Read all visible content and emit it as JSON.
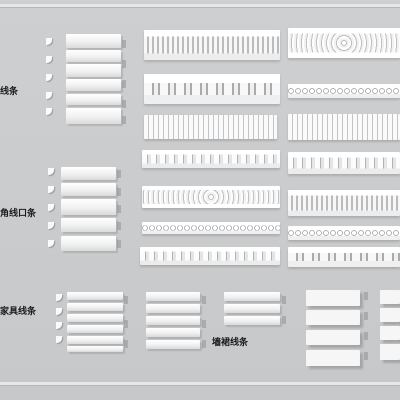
{
  "labels": {
    "top_left": "线条",
    "mid_left": "角线口条",
    "bottom_left": "家具线条",
    "bottom_center": "墙裙线条"
  },
  "colors": {
    "background": "#c9cbcd",
    "moulding": "#f6f6f6",
    "shadow": "#9c9ea0",
    "label": "#1c1c1c"
  }
}
